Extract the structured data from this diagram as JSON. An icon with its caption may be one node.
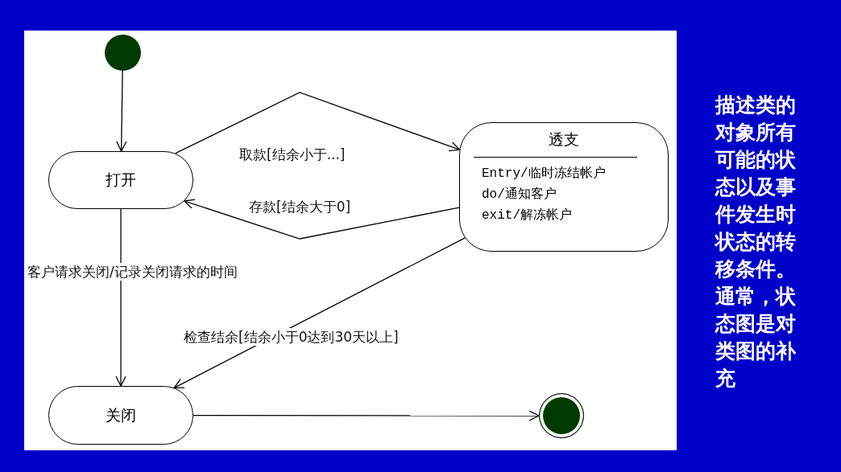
{
  "diagram": {
    "nodes": [
      {
        "text": [],
        "shape": "circle"
      },
      {
        "text": [
          "打开"
        ]
      },
      {
        "text": [
          "透支",
          "Entry/临时冻结帐户",
          "do/通知客户",
          "exit/解冻帐户"
        ]
      },
      {
        "text": [
          "关闭"
        ]
      },
      {
        "text": [],
        "shape": "circle"
      }
    ],
    "edges": [
      {
        "from": 0,
        "to": 1,
        "arrow": "to"
      },
      {
        "from": 1,
        "to": 2,
        "arrow": "to",
        "label": "取款[结余小于...]"
      },
      {
        "from": 2,
        "to": 1,
        "arrow": "to",
        "label": "存款[结余大于0]"
      },
      {
        "from": 1,
        "to": 3,
        "arrow": "to",
        "label": "客户请求关闭/记录关闭请求的时间"
      },
      {
        "from": 2,
        "to": 3,
        "arrow": "to",
        "label": "检查结余[结余小于0达到30天以上]"
      },
      {
        "from": 3,
        "to": 4,
        "arrow": "to"
      }
    ],
    "labels": [
      "描述类的对象所有可能的状态以及事件发生时状态的转移条件。通常，状态图是对类图的补充"
    ]
  }
}
